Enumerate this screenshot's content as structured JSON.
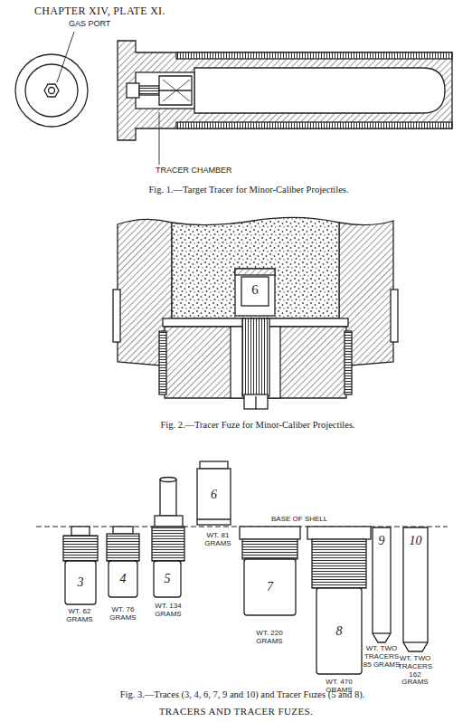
{
  "diagram": {
    "title": "CHAPTER XIV, PLATE XI.",
    "caption": "TRACERS AND TRACER FUZES.",
    "nodes": [
      {
        "text": [
          "3",
          "WT. 62 GRAMS"
        ]
      },
      {
        "text": [
          "4",
          "WT. 76 GRAMS"
        ]
      },
      {
        "text": [
          "5",
          "WT. 134 GRAMS"
        ]
      },
      {
        "text": [
          "6",
          "WT. 81 GRAMS"
        ]
      },
      {
        "text": [
          "7",
          "WT. 220 GRAMS"
        ]
      },
      {
        "text": [
          "8",
          "WT. 470 GRAMS"
        ]
      },
      {
        "text": [
          "9",
          "WT. TWO TRACERS 85 GRAMS"
        ]
      },
      {
        "text": [
          "10",
          "WT. TWO TRACERS 162 GRAMS"
        ]
      }
    ],
    "labels": [
      "GAS PORT",
      "TRACER CHAMBER",
      "Fig. 1.—Target Tracer for Minor-Caliber Projectiles.",
      "6",
      "Fig. 2.—Tracer Fuze for Minor-Caliber Projectiles.",
      "BASE OF SHELL",
      "Fig. 3.—Traces (3, 4, 6, 7, 9 and 10) and Tracer Fuzes (5 and 8)."
    ]
  }
}
